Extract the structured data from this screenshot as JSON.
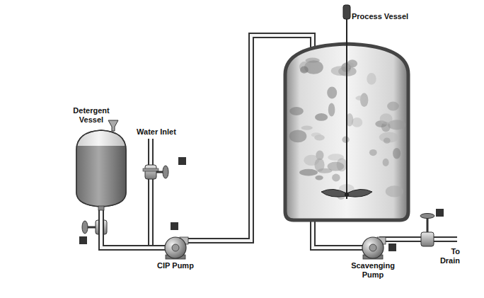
{
  "diagram": {
    "nodes": [
      {
        "text": [
          "Detergent Vessel"
        ]
      },
      {
        "text": [
          "CIP Pump"
        ]
      },
      {
        "text": [
          "Process Vessel"
        ]
      },
      {
        "text": [
          "Scavenging Pump"
        ]
      }
    ],
    "edges": [
      {
        "from": 0,
        "to": 1,
        "arrow": "none"
      },
      {
        "from": 1,
        "to": 2,
        "arrow": "none"
      },
      {
        "from": 2,
        "to": 3,
        "arrow": "none"
      }
    ],
    "labels": [
      "Water Inlet",
      "To Drain"
    ]
  }
}
